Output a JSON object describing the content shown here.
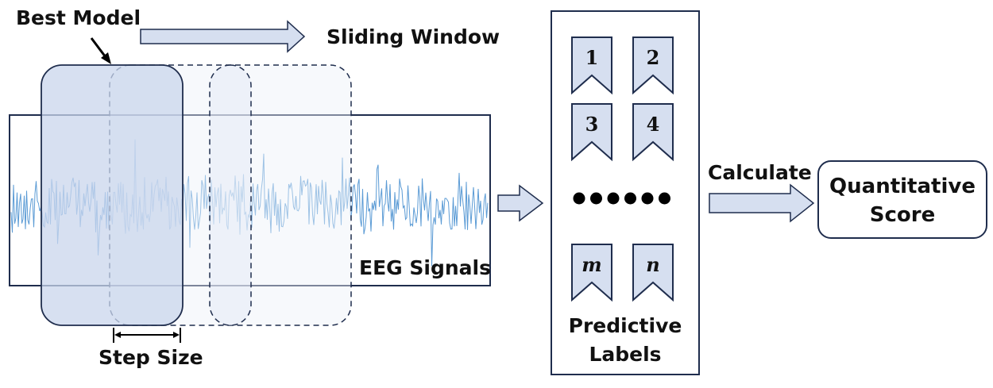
{
  "labels": {
    "best_model": "Best Model",
    "sliding_window": "Sliding Window",
    "eeg_signals": "EEG Signals",
    "step_size": "Step Size",
    "predictive_labels_line1": "Predictive",
    "predictive_labels_line2": "Labels",
    "calculate": "Calculate",
    "score_line1": "Quantitative",
    "score_line2": "Score"
  },
  "tags": [
    "1",
    "2",
    "3",
    "4",
    "m",
    "n"
  ],
  "ellipsis": "••••••",
  "colors": {
    "signal": "#5b9bd5",
    "window_fill": "#d6dff0",
    "arrow_fill": "#d6dff0",
    "stroke": "#1f2d4d"
  }
}
